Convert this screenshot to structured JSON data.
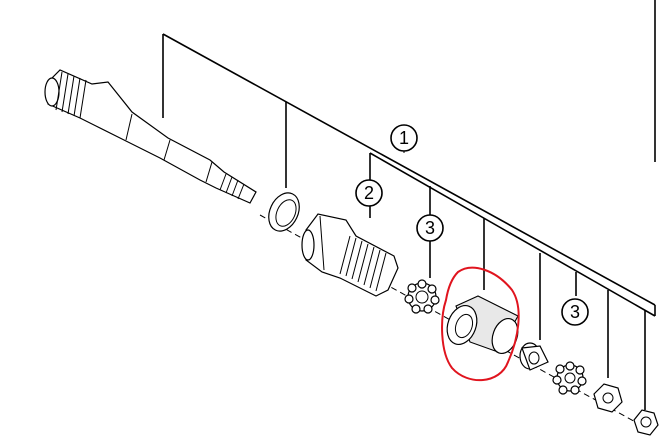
{
  "diagram": {
    "callouts": [
      {
        "id": "c1",
        "label": "1"
      },
      {
        "id": "c2",
        "label": "2"
      },
      {
        "id": "c3a",
        "label": "3"
      },
      {
        "id": "c3b",
        "label": "3"
      }
    ],
    "parts": [
      "pedal-axle-spindle-icon",
      "dust-seal-ring-icon",
      "axle-sleeve-nut-icon",
      "ball-retainer-icon",
      "bushing-icon",
      "cone-icon",
      "ball-retainer-icon",
      "lock-nut-icon",
      "end-nut-icon"
    ],
    "highlight_color": "#e0141e",
    "line_color": "#000000"
  }
}
